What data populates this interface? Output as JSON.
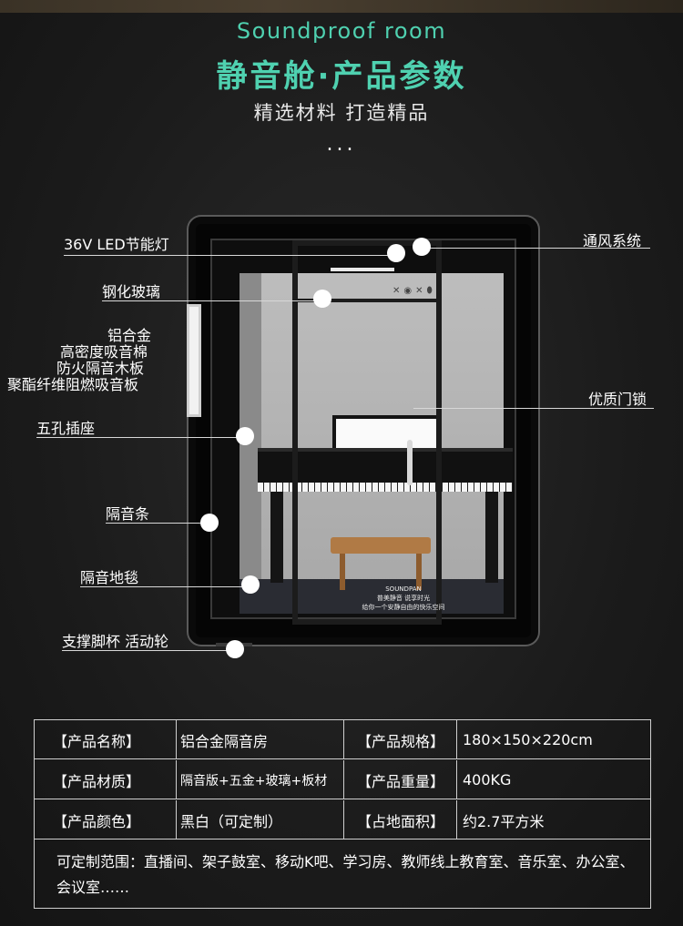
{
  "header": {
    "title_en": "Soundproof room",
    "title_zh": "静音舱·产品参数",
    "subtitle": "精选材料 打造精品",
    "dots": "..."
  },
  "booth": {
    "logo_text": "SOUNDPAN",
    "logo_line1": "普美静音 说享时光",
    "logo_line2": "给你一个安静自由的快乐空间"
  },
  "labels": {
    "led": "36V LED节能灯",
    "ventilation": "通风系统",
    "glass": "钢化玻璃",
    "alloy": "铝合金",
    "cotton": "高密度吸音棉",
    "fireboard": "防火隔音木板",
    "polyester": "聚酯纤维阻燃吸音板",
    "lock": "优质门锁",
    "socket": "五孔插座",
    "seal": "隔音条",
    "carpet": "隔音地毯",
    "casters": "支撑脚杯 活动轮"
  },
  "specs": {
    "rows": [
      {
        "k1": "【产品名称】",
        "v1": "铝合金隔音房",
        "k2": "【产品规格】",
        "v2": "180×150×220cm"
      },
      {
        "k1": "【产品材质】",
        "v1": "隔音版+五金+玻璃+板材",
        "k2": "【产品重量】",
        "v2": "400KG"
      },
      {
        "k1": "【产品颜色】",
        "v1": "黑白（可定制）",
        "k2": "【占地面积】",
        "v2": "约2.7平方米"
      }
    ],
    "custom_note": "可定制范围：直播间、架子鼓室、移动K吧、学习房、教师线上教育室、音乐室、办公室、会议室……"
  }
}
